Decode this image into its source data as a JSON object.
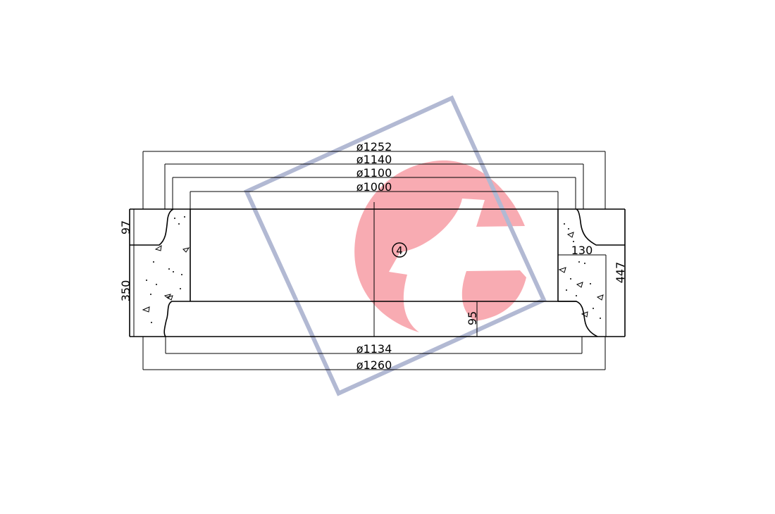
{
  "dimensions": {
    "d1252": "ø1252",
    "d1140": "ø1140",
    "d1100": "ø1100",
    "d1000": "ø1000",
    "d1134": "ø1134",
    "d1260": "ø1260",
    "h97": "97",
    "h350": "350",
    "h447": "447",
    "w130": "130",
    "h95": "95"
  },
  "callout": {
    "label": "4"
  },
  "watermark": {
    "red": "#f8a3aa",
    "blue": "#aab2cf"
  }
}
